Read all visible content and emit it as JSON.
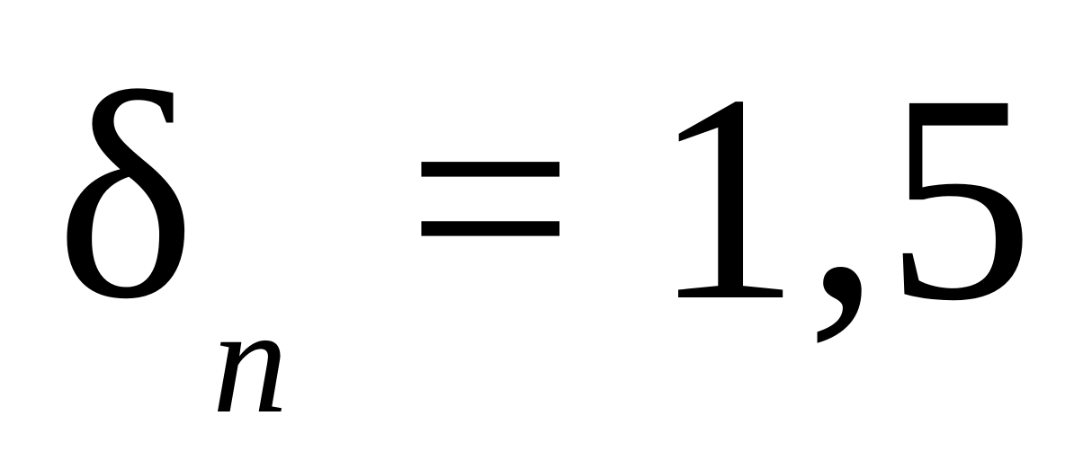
{
  "formula": {
    "symbol": "δ",
    "subscript": "n",
    "operator": "=",
    "value": "1,5"
  }
}
